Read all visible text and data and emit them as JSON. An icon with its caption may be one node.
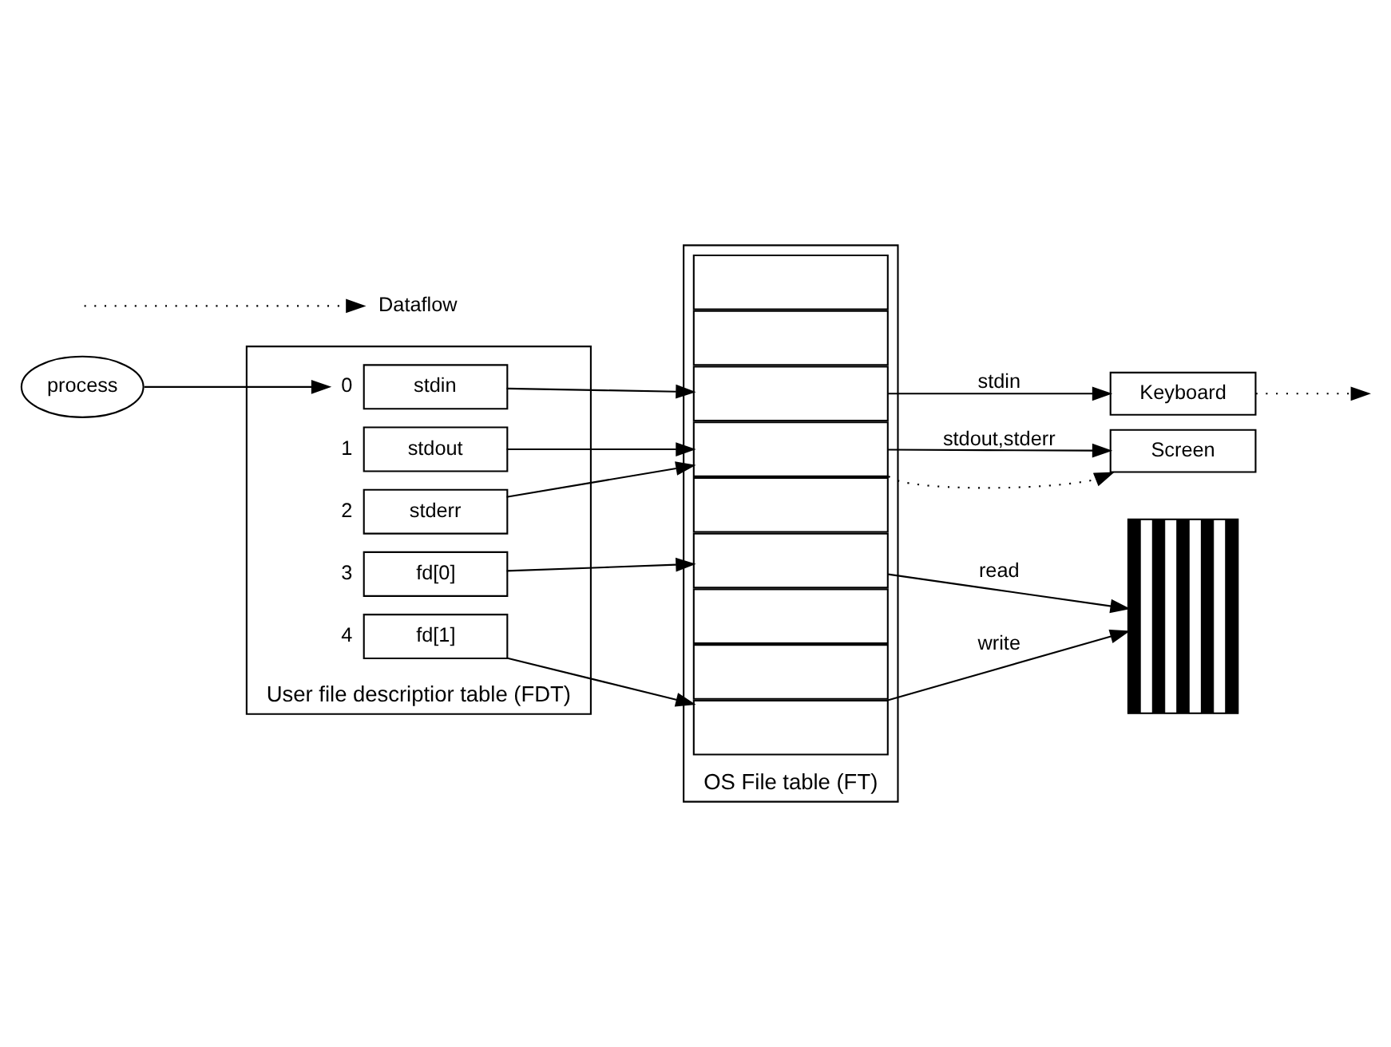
{
  "diagram": {
    "nodes": [
      {
        "text": [
          "process"
        ]
      },
      {
        "text": [
          "User file descriptior table (FDT)"
        ]
      },
      {
        "text": [
          "stdin"
        ],
        "in": 1,
        "beside": [
          "0"
        ]
      },
      {
        "text": [
          "stdout"
        ],
        "in": 1,
        "beside": [
          "1"
        ]
      },
      {
        "text": [
          "stderr"
        ],
        "in": 1,
        "beside": [
          "2"
        ]
      },
      {
        "text": [
          "fd[0]"
        ],
        "in": 1,
        "beside": [
          "3"
        ]
      },
      {
        "text": [
          "fd[1]"
        ],
        "in": 1,
        "beside": [
          "4"
        ]
      },
      {
        "text": [
          "OS File table (FT)"
        ]
      },
      {
        "text": [],
        "shape": "box",
        "in": 7
      },
      {
        "text": [],
        "shape": "box",
        "in": 7
      },
      {
        "text": [],
        "shape": "box",
        "in": 7
      },
      {
        "text": [],
        "shape": "box",
        "in": 7
      },
      {
        "text": [],
        "shape": "box",
        "in": 7
      },
      {
        "text": [],
        "shape": "box",
        "in": 7
      },
      {
        "text": [],
        "shape": "box",
        "in": 7
      },
      {
        "text": [],
        "shape": "box",
        "in": 7
      },
      {
        "text": [],
        "shape": "box",
        "in": 7
      },
      {
        "text": [
          "Keyboard"
        ]
      },
      {
        "text": [
          "Screen"
        ]
      },
      {
        "text": [],
        "shape": "bar"
      }
    ],
    "edges": [
      {
        "from": 0,
        "to": 2,
        "arrow": "to"
      },
      {
        "from": 2,
        "to": 10,
        "arrow": "to"
      },
      {
        "from": 3,
        "to": 11,
        "arrow": "to"
      },
      {
        "from": 4,
        "to": 11,
        "arrow": "to"
      },
      {
        "from": 5,
        "to": 13,
        "arrow": "to"
      },
      {
        "from": 6,
        "to": 16,
        "arrow": "to"
      },
      {
        "from": 10,
        "to": 17,
        "arrow": "to",
        "label": "stdin"
      },
      {
        "from": 17,
        "to": null,
        "arrow": "to",
        "style": "dashed"
      },
      {
        "from": 11,
        "to": 18,
        "arrow": "to",
        "label": "stdout,stderr"
      },
      {
        "from": 11,
        "to": 18,
        "arrow": "to",
        "style": "dashed"
      },
      {
        "from": 13,
        "to": 19,
        "arrow": "to",
        "label": "read"
      },
      {
        "from": 16,
        "to": 19,
        "arrow": "to",
        "label": "write"
      }
    ],
    "legend": [
      {
        "text": "Dataflow"
      }
    ]
  }
}
